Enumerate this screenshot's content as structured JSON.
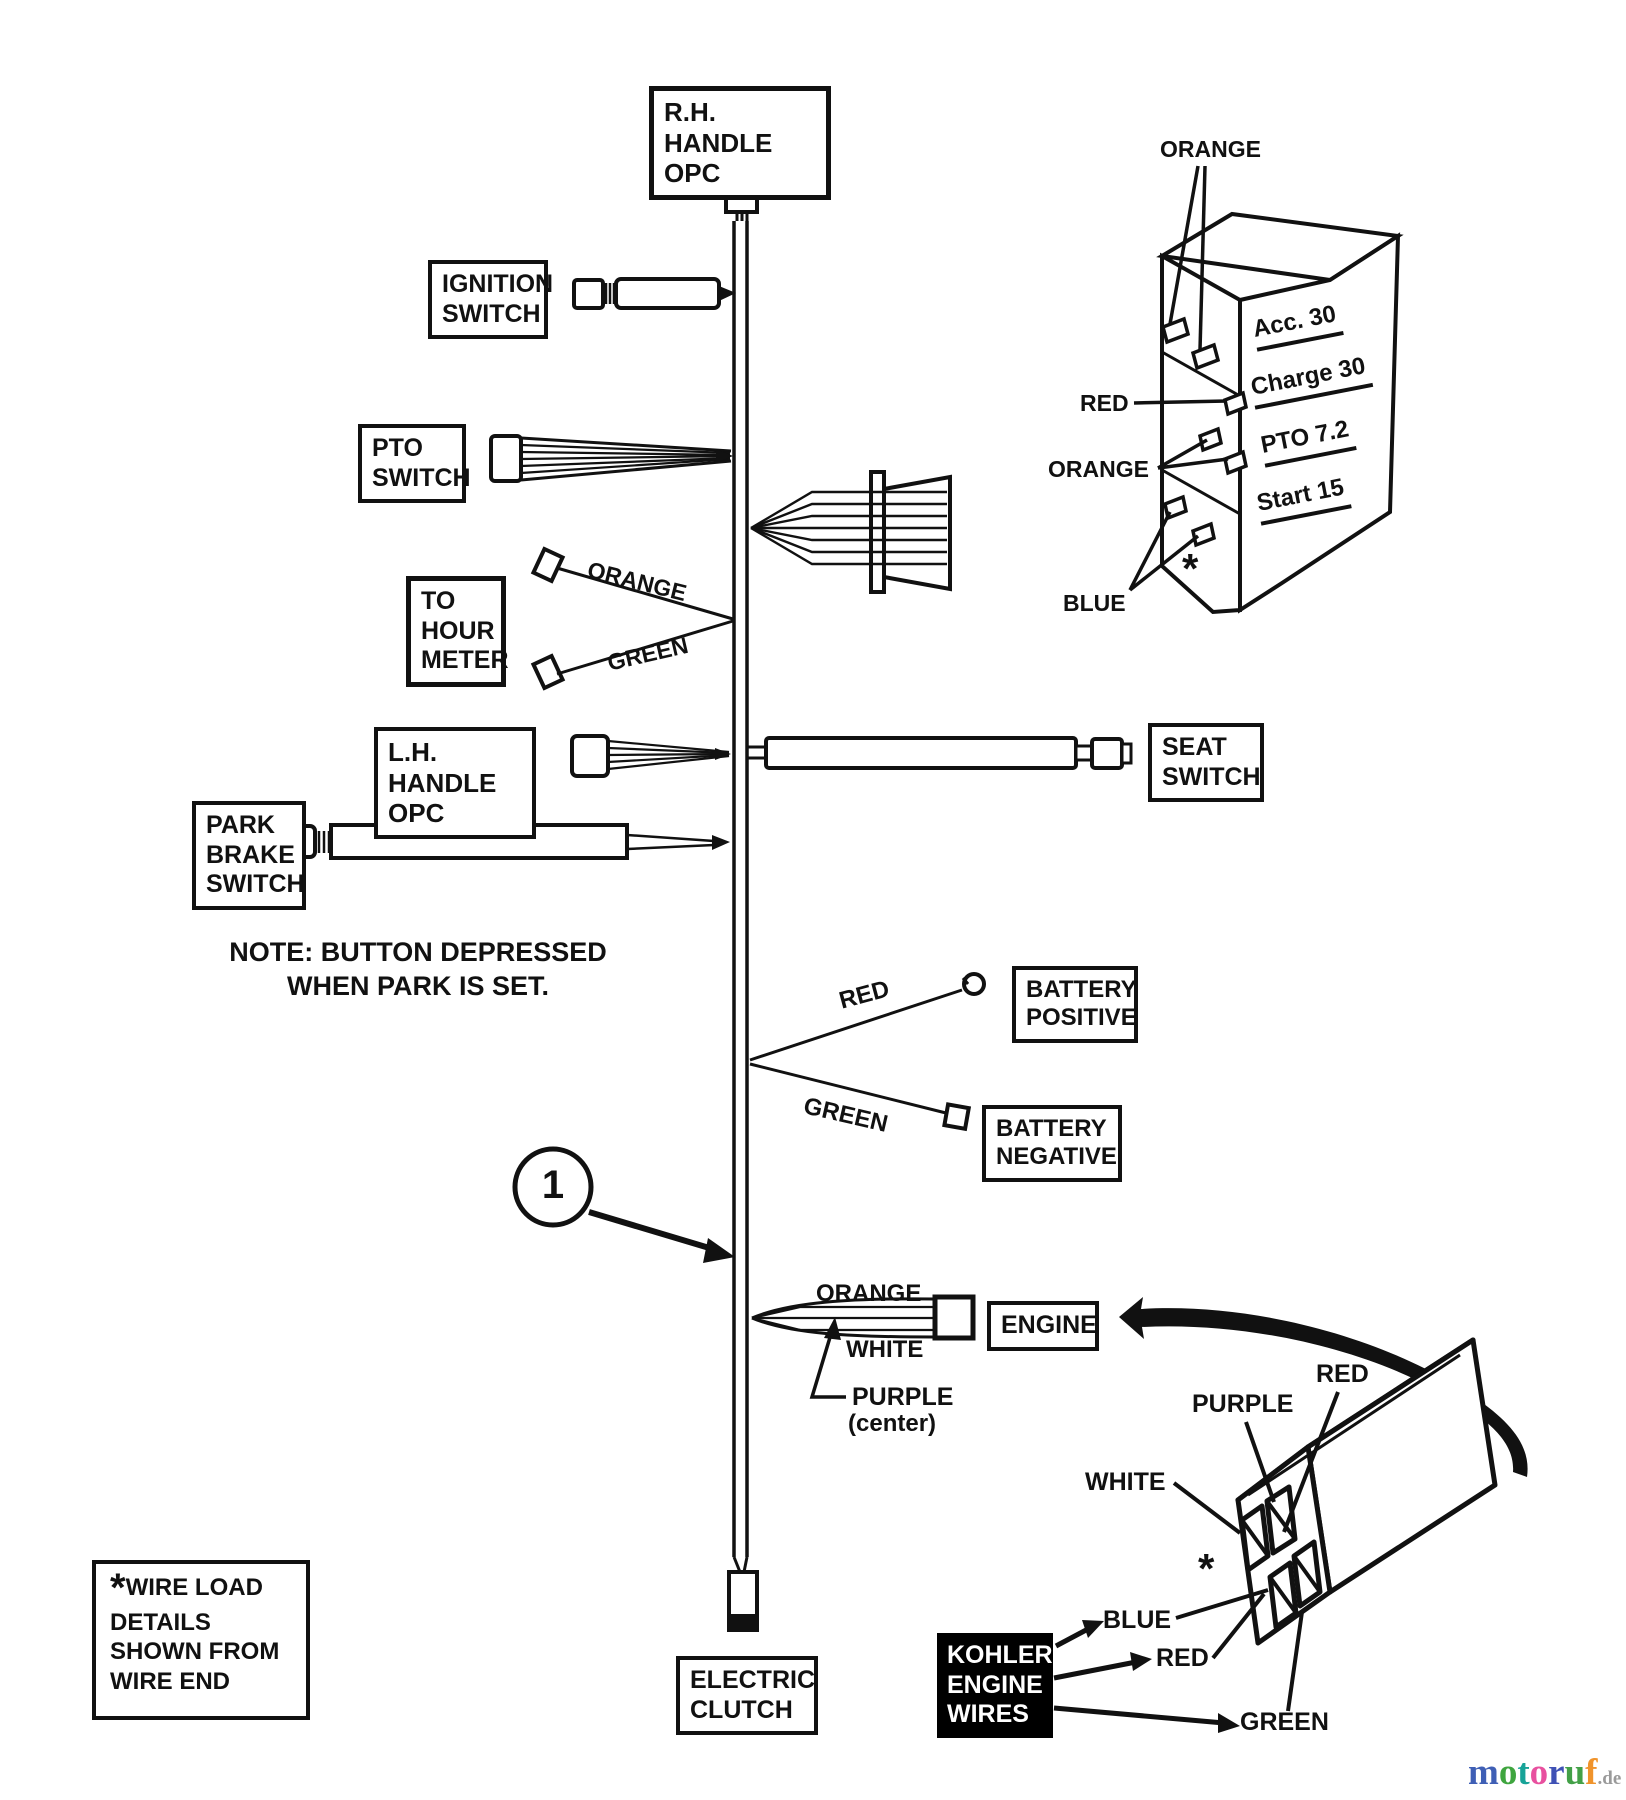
{
  "diagram": {
    "component_boxes": {
      "rh_handle_opc": "R.H. HANDLE\nOPC",
      "ignition_switch": "IGNITION\nSWITCH",
      "pto_switch": "PTO\nSWITCH",
      "to_hour_meter": "TO\nHOUR\nMETER",
      "lh_handle_opc": "L.H. HANDLE\nOPC",
      "seat_switch": "SEAT\nSWITCH",
      "park_brake_switch": "PARK\nBRAKE\nSWITCH",
      "battery_positive": "BATTERY\nPOSITIVE",
      "battery_negative": "BATTERY\nNEGATIVE",
      "engine": "ENGINE",
      "electric_clutch": "ELECTRIC\nCLUTCH",
      "kohler_engine_wires": "KOHLER\nENGINE\nWIRES"
    },
    "wire_labels": {
      "hour_meter_orange": "ORANGE",
      "hour_meter_green": "GREEN",
      "battery_red": "RED",
      "battery_green": "GREEN",
      "engine_orange": "ORANGE",
      "engine_white": "WHITE",
      "engine_purple": "PURPLE",
      "engine_purple_note": "(center)",
      "detail_top_orange": "ORANGE",
      "detail_red": "RED",
      "detail_mid_orange": "ORANGE",
      "detail_blue": "BLUE",
      "kohler_top_red": "RED",
      "kohler_purple": "PURPLE",
      "kohler_white": "WHITE",
      "kohler_blue": "BLUE",
      "kohler_red": "RED",
      "kohler_green": "GREEN"
    },
    "connector_ratings": [
      "Acc. 30",
      "Charge 30",
      "PTO 7.2",
      "Start 15"
    ],
    "note": "NOTE: BUTTON DEPRESSED\nWHEN PARK IS SET.",
    "wire_load_note": {
      "star": "*",
      "title": "WIRE LOAD",
      "rest": "DETAILS\nSHOWN FROM\nWIRE END"
    },
    "asterisk": "*",
    "callout_1": "1"
  },
  "watermark": {
    "letters": [
      {
        "ch": "m",
        "color": "#3f5fb5"
      },
      {
        "ch": "o",
        "color": "#3fa53f"
      },
      {
        "ch": "t",
        "color": "#17a398"
      },
      {
        "ch": "o",
        "color": "#e8509f"
      },
      {
        "ch": "r",
        "color": "#3f51b5"
      },
      {
        "ch": "u",
        "color": "#43a047"
      },
      {
        "ch": "f",
        "color": "#f0932b"
      }
    ],
    "suffix": ".de",
    "suffix_color": "#9a9a9a"
  },
  "colors": {
    "ink": "#111111",
    "paper": "#ffffff"
  }
}
